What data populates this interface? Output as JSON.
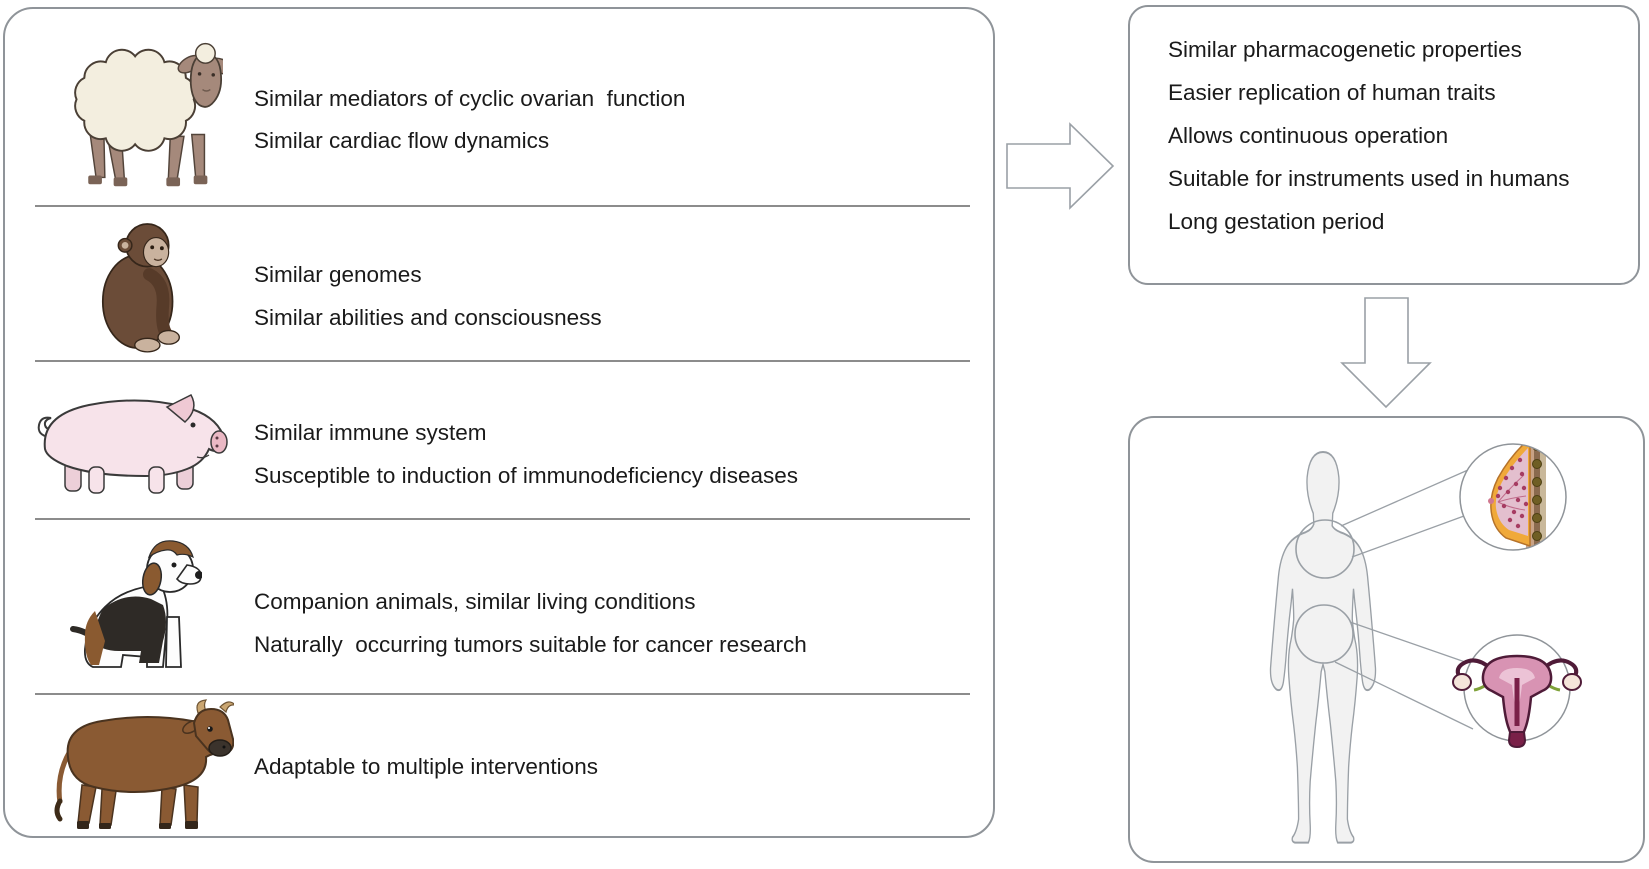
{
  "colors": {
    "box_border": "#8f9499",
    "divider": "#8c8c8c",
    "text": "#1a1a1a",
    "arrow_outline": "#9aa0a6",
    "human_fill": "#f2f2f2",
    "human_stroke": "#9aa0a6",
    "sheep_wool": "#f3eedf",
    "sheep_skin": "#a5897b",
    "monkey_fur": "#6b4c38",
    "monkey_face": "#c9b29e",
    "pig_skin": "#f7e3ea",
    "pig_snout": "#eab8c4",
    "dog_coat": "#fdfdfd",
    "dog_patch_brown": "#8a5a30",
    "dog_patch_black": "#2e2a26",
    "cow_hide": "#8a5a33",
    "breast_fat": "#f0a93a",
    "breast_gland": "#e3bfce",
    "breast_lobule": "#a63c62",
    "uterus_pink": "#d893b3",
    "uterus_dark": "#7a2048",
    "ovary": "#f4e4da",
    "ligament_green": "#7fa23a"
  },
  "left_panel": {
    "rows": [
      {
        "animal": "sheep-icon",
        "lines": [
          "Similar mediators of cyclic ovarian  function",
          "Similar cardiac flow dynamics"
        ]
      },
      {
        "animal": "monkey-icon",
        "lines": [
          "Similar genomes",
          "Similar abilities and consciousness"
        ]
      },
      {
        "animal": "pig-icon",
        "lines": [
          "Similar immune system",
          "Susceptible to induction of immunodeficiency diseases"
        ]
      },
      {
        "animal": "dog-icon",
        "lines": [
          "Companion animals, similar living conditions",
          "Naturally  occurring tumors suitable for cancer research"
        ]
      },
      {
        "animal": "cow-icon",
        "lines": [
          "Adaptable to multiple interventions"
        ]
      }
    ]
  },
  "right_panel": {
    "benefits": [
      "Similar pharmacogenetic properties",
      "Easier replication of human traits",
      "Allows continuous operation",
      "Suitable for instruments used in humans",
      "Long gestation period"
    ]
  },
  "human_diagram": {
    "figure": "female-human-silhouette",
    "callouts": [
      {
        "icon": "breast-cross-section-icon",
        "region": "chest-region-circle"
      },
      {
        "icon": "uterus-ovaries-icon",
        "region": "pelvic-region-circle"
      }
    ]
  }
}
